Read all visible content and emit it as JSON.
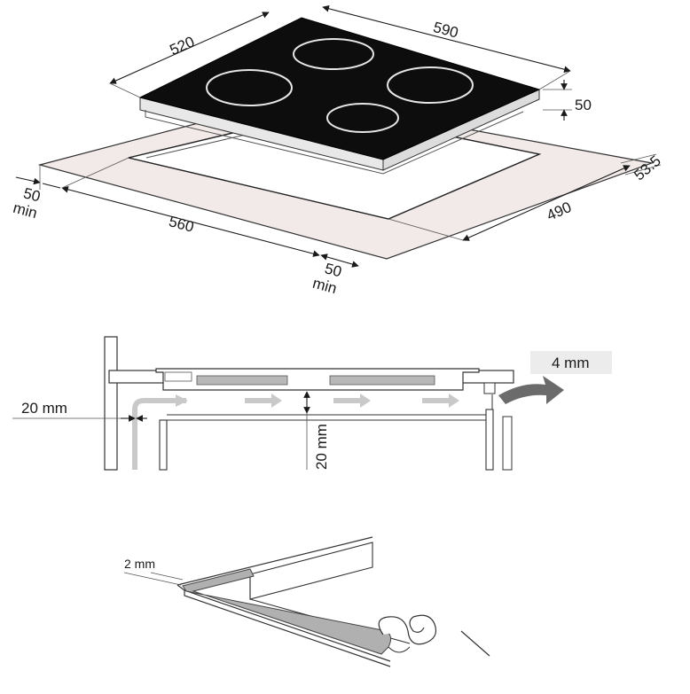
{
  "top_view": {
    "hob_depth": "520",
    "hob_width": "590",
    "hob_height": "50",
    "front_gap_value": "53.5",
    "cutout_depth": "490",
    "cutout_width": "560",
    "left_clearance_value": "50",
    "left_clearance_unit": "min",
    "front_clearance_value": "50",
    "front_clearance_unit": "min"
  },
  "section_view": {
    "gap_label": "4 mm",
    "wall_clearance": "20 mm",
    "vertical_clearance": "20 mm"
  },
  "seal_view": {
    "seal_thickness": "2 mm"
  },
  "colors": {
    "glass": "#0d0d0d",
    "worktop": "#f2e9e9",
    "frame": "#c8c8c8",
    "arrow": "#c9c9c9",
    "outlet_arrow": "#6b6b6b"
  }
}
